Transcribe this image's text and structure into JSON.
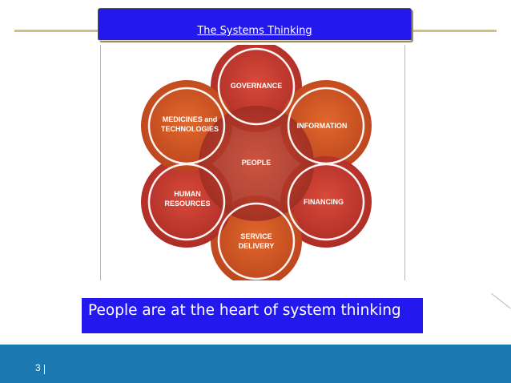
{
  "title": "The  Systems Thinking",
  "caption": "People are at the heart of system thinking",
  "page_number": "3",
  "colors": {
    "title_bar": "#2319ee",
    "caption_bar": "#2319ee",
    "footer": "#1b78b1",
    "rule": "#d8bd82",
    "petal_red": "#c4302b",
    "petal_orange": "#d2551e",
    "core": "#b33a2a"
  },
  "diagram": {
    "center": "PEOPLE",
    "petals": {
      "top": "GOVERNANCE",
      "upper_right": "INFORMATION",
      "lower_right": "FINANCING",
      "bottom": [
        "SERVICE",
        "DELIVERY"
      ],
      "lower_left": [
        "HUMAN",
        "RESOURCES"
      ],
      "upper_left": [
        "MEDICINES and",
        "TECHNOLOGIES"
      ]
    }
  }
}
